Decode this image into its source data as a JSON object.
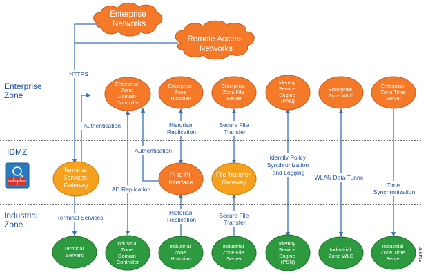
{
  "zones": {
    "enterprise": [
      "Enterprise",
      "Zone"
    ],
    "idmz": [
      "IDMZ"
    ],
    "industrial": [
      "Industrial",
      "Zone"
    ]
  },
  "clouds": {
    "enterprise_networks": [
      "Enterprise",
      "Networks"
    ],
    "remote_access": [
      "Remote Access",
      "Networks"
    ]
  },
  "enterprise_nodes": {
    "domain_controller": [
      "Enterprise",
      "Zone",
      "Domain",
      "Controller"
    ],
    "historian": [
      "Enterprise",
      "Zone",
      "Historian"
    ],
    "file_server": [
      "Enterprise",
      "Zone File",
      "Server"
    ],
    "ise_pan": [
      "Identity",
      "Service",
      "Engine",
      "(PAN)"
    ],
    "wlc": [
      "Enterprise",
      "Zone WLC"
    ],
    "time_server": [
      "Enterprise",
      "Zone Time",
      "Server"
    ]
  },
  "idmz_nodes": {
    "terminal_gateway": [
      "Terminal",
      "Services",
      "Gateway"
    ],
    "pi_to_pi": [
      "PI to PI",
      "Interface"
    ],
    "file_transfer": [
      "File Transfer",
      "Gateway"
    ]
  },
  "industrial_nodes": {
    "terminal_servers": [
      "Terminal",
      "Servers"
    ],
    "domain_controller": [
      "Industrial",
      "Zone",
      "Domain",
      "Controller"
    ],
    "historian": [
      "Industrial",
      "Zone",
      "Historian"
    ],
    "file_server": [
      "Industrial",
      "Zone File",
      "Server"
    ],
    "ise_psn": [
      "Identity",
      "Service",
      "Engine",
      "(PSN)"
    ],
    "wlc": [
      "Industrial",
      "Zone WLC"
    ],
    "time_server": [
      "Industrial",
      "Zone Time",
      "Server"
    ]
  },
  "edge_labels": {
    "https": [
      "HTTPS"
    ],
    "authentication_1": [
      "Authentication"
    ],
    "authentication_2": [
      "Authentication"
    ],
    "historian_replication_top": [
      "Historian",
      "Replication"
    ],
    "secure_file_transfer_top": [
      "Secure File",
      "Transfer"
    ],
    "identity_policy": [
      "Identity Policy",
      "Synchronization",
      "and Logging"
    ],
    "wlan_tunnel": [
      "WLAN Data Tunnel"
    ],
    "time_sync": [
      "Time",
      "Synchronization"
    ],
    "ad_replication": [
      "AD Replication"
    ],
    "terminal_services": [
      "Terminal Services"
    ],
    "historian_replication_bottom": [
      "Historian",
      "Replication"
    ],
    "secure_file_transfer_bottom": [
      "Secure File",
      "Transfer"
    ]
  },
  "figure_id": "374960",
  "colors": {
    "orange": "#f47a2a",
    "orange_stroke": "#c9581a",
    "gateway_fill": "#f6a11e",
    "green": "#2e9a3f",
    "green_stroke": "#1d6e2a",
    "line": "#3a6fb5",
    "zone_text": "#1f4e9b",
    "divider": "#333333"
  },
  "icons": {
    "idmz_firewall": "firewall-icon"
  }
}
